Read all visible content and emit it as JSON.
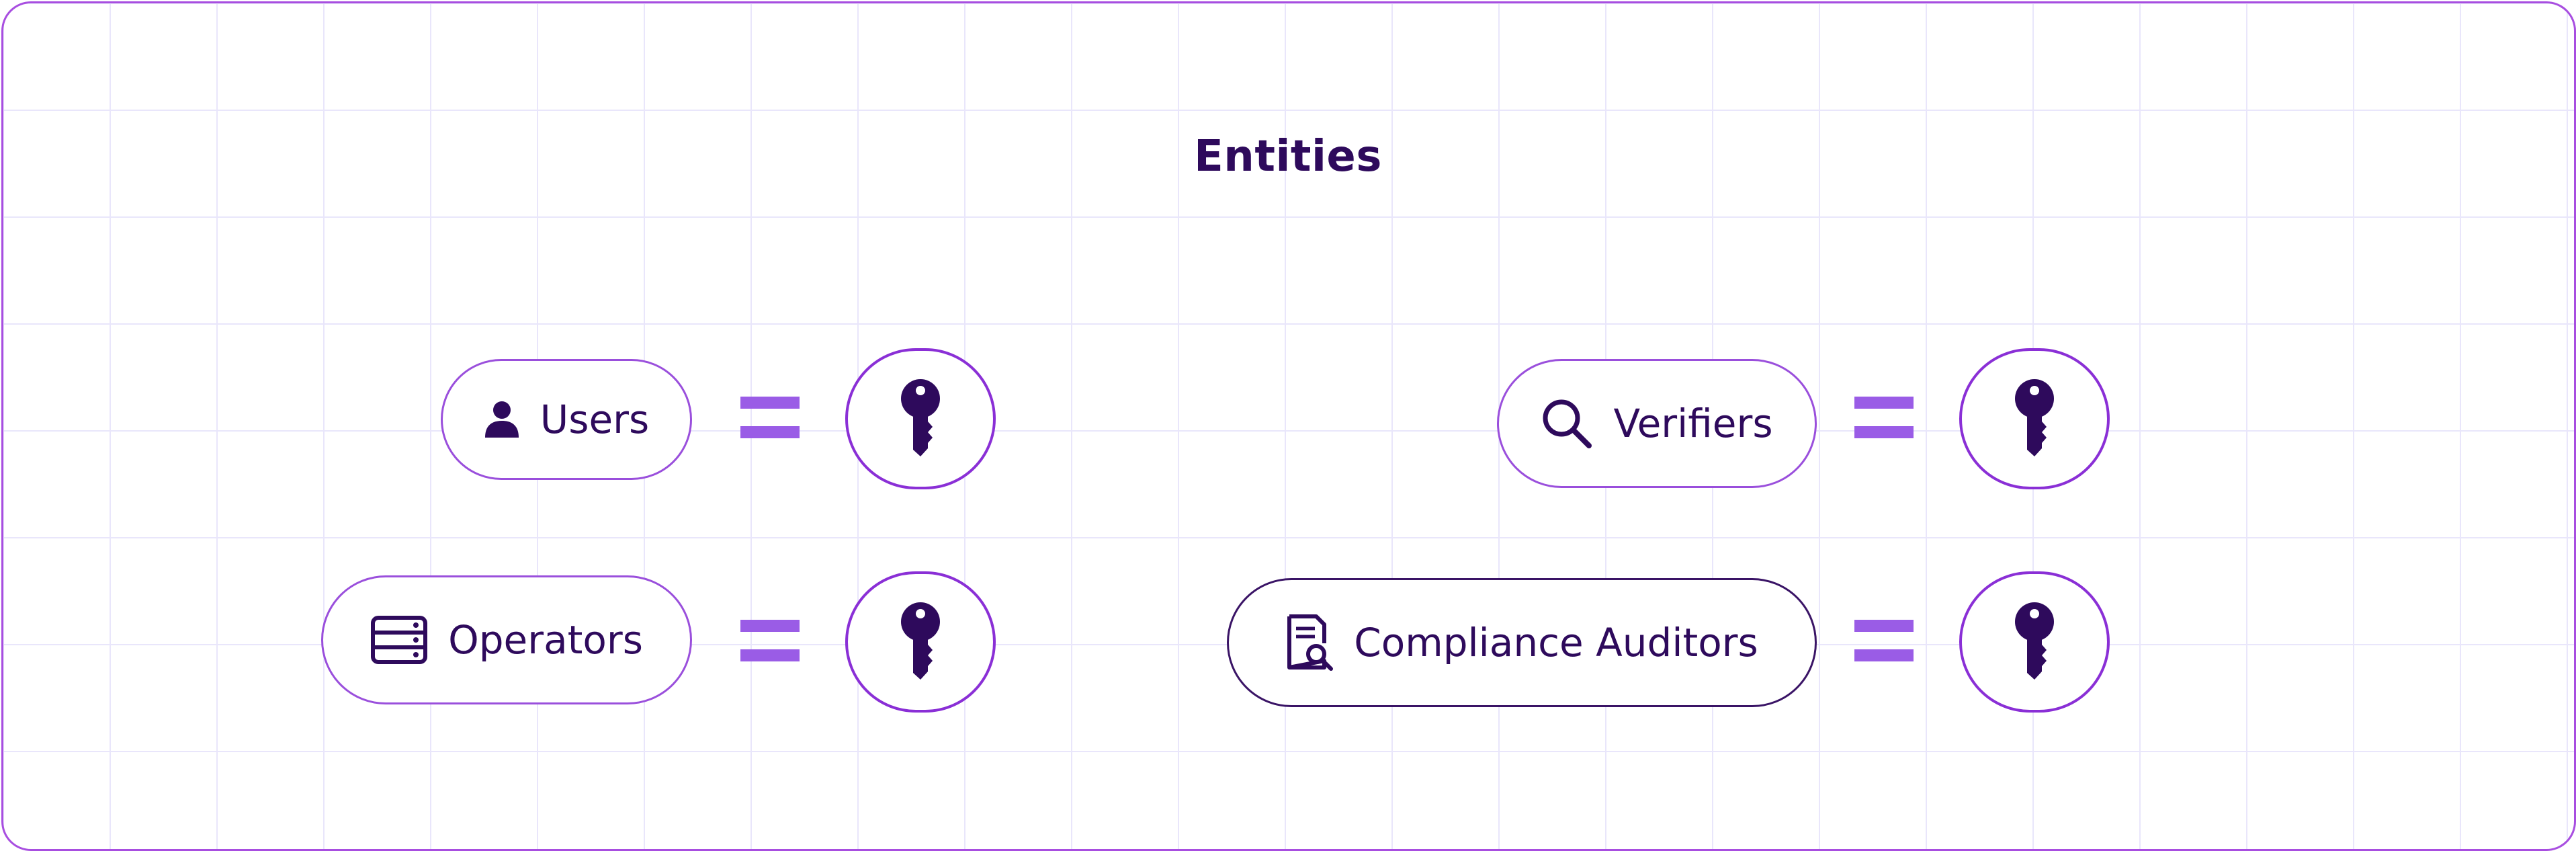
{
  "title": "Entities",
  "entities": [
    {
      "label": "Users",
      "icon": "person-icon"
    },
    {
      "label": "Operators",
      "icon": "server-icon"
    },
    {
      "label": "Verifiers",
      "icon": "search-icon"
    },
    {
      "label": "Compliance Auditors",
      "icon": "document-search-icon"
    }
  ],
  "key_icon": "key-icon",
  "colors": {
    "text": "#2e0a5c",
    "accent": "#9a5ce6",
    "border": "#9a4fdc",
    "grid": "#e9e6fb"
  }
}
